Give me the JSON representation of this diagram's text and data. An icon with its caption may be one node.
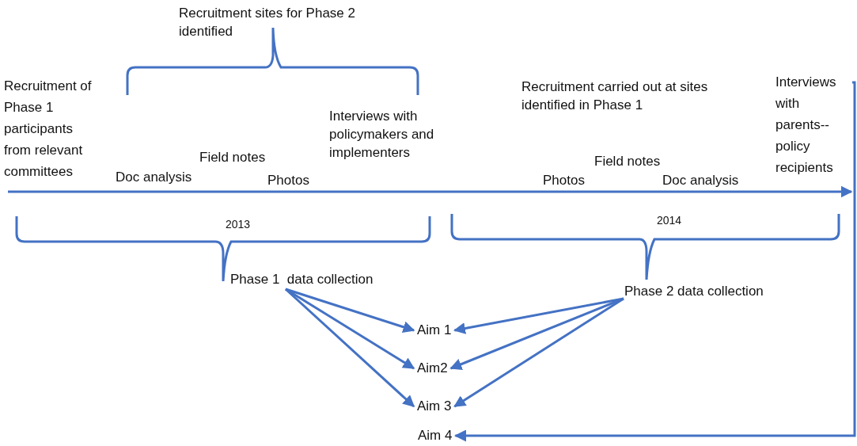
{
  "diagram": {
    "nodes": [
      {
        "text": [
          "Phase 1  data collection"
        ]
      },
      {
        "text": [
          "Phase 2 data collection"
        ]
      },
      {
        "text": [
          "Aim 1"
        ]
      },
      {
        "text": [
          "Aim2"
        ]
      },
      {
        "text": [
          "Aim 3"
        ]
      },
      {
        "text": [
          "Aim 4"
        ]
      },
      {
        "text": [
          "Interviews with parents-- policy recipients"
        ]
      }
    ],
    "edges": [
      {
        "from": 0,
        "to": 2,
        "arrow": "to"
      },
      {
        "from": 0,
        "to": 3,
        "arrow": "to"
      },
      {
        "from": 0,
        "to": 4,
        "arrow": "to"
      },
      {
        "from": 1,
        "to": 2,
        "arrow": "to"
      },
      {
        "from": 1,
        "to": 3,
        "arrow": "to"
      },
      {
        "from": 1,
        "to": 4,
        "arrow": "to"
      },
      {
        "from": 6,
        "to": 5,
        "arrow": "to"
      }
    ],
    "labels": [
      "Recruitment sites for Phase 2 identified",
      "Recruitment of Phase 1 participants from relevant committees",
      "Recruitment carried out at sites identified in Phase 1",
      "Interviews with policymakers and implementers",
      "Field notes",
      "Field notes",
      "Doc analysis",
      "Photos",
      "Photos",
      "Doc analysis",
      "2013",
      "2014"
    ]
  }
}
